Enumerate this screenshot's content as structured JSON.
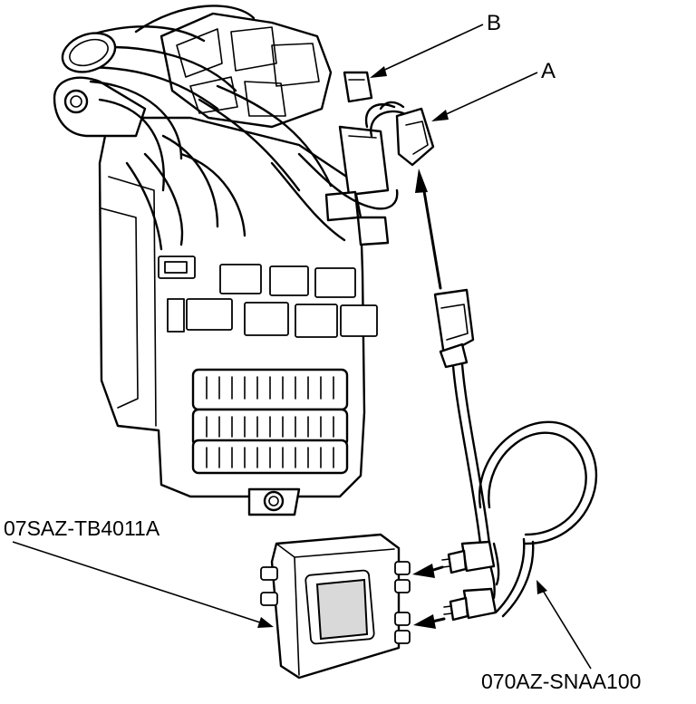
{
  "labels": {
    "b": "B",
    "a": "A",
    "tester": "07SAZ-TB4011A",
    "harness": "070AZ-SNAA100"
  }
}
